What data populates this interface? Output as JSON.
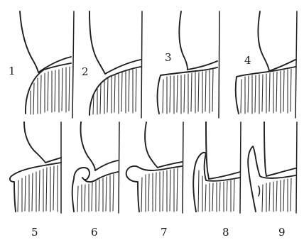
{
  "panels": [
    {
      "number": "1"
    },
    {
      "number": "2"
    },
    {
      "number": "3"
    },
    {
      "number": "4"
    },
    {
      "number": "5"
    },
    {
      "number": "6"
    },
    {
      "number": "7"
    },
    {
      "number": "8"
    },
    {
      "number": "9"
    }
  ]
}
